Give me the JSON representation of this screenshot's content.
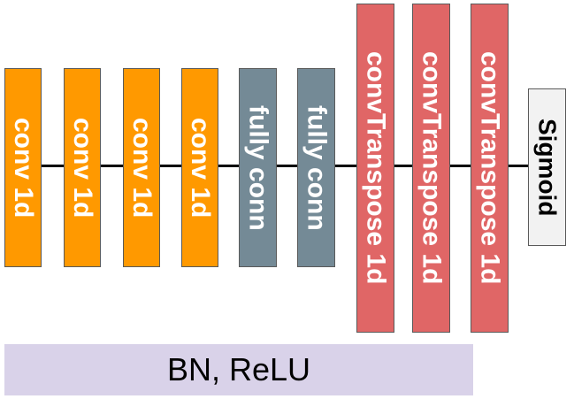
{
  "colors": {
    "conv": "#ff9900",
    "fully_conn": "#748a96",
    "conv_transpose": "#e06666",
    "sigmoid": "#f2f2f2",
    "bottom_bar": "#d9d2e9",
    "connector": "#000000"
  },
  "blocks": [
    {
      "label": "conv 1d",
      "color": "#ff9900"
    },
    {
      "label": "conv 1d",
      "color": "#ff9900"
    },
    {
      "label": "conv 1d",
      "color": "#ff9900"
    },
    {
      "label": "conv 1d",
      "color": "#ff9900"
    },
    {
      "label": "fully conn",
      "color": "#748a96"
    },
    {
      "label": "fully conn",
      "color": "#748a96"
    },
    {
      "label": "convTranspose 1d",
      "color": "#e06666"
    },
    {
      "label": "convTranspose 1d",
      "color": "#e06666"
    },
    {
      "label": "convTranspose 1d",
      "color": "#e06666"
    },
    {
      "label": "Sigmoid",
      "color": "#f2f2f2"
    }
  ],
  "bottom_bar": {
    "label": "BN, ReLU",
    "color": "#d9d2e9"
  }
}
